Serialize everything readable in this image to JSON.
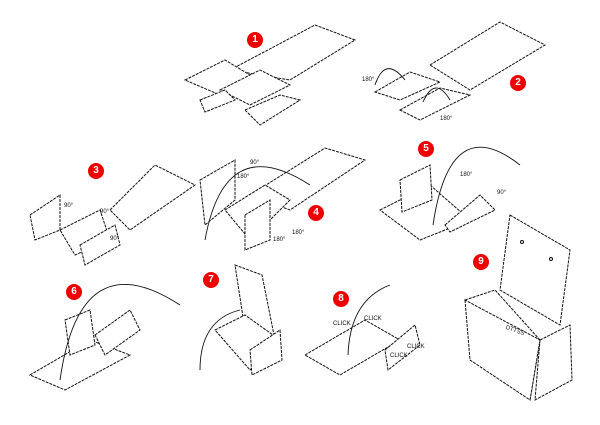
{
  "title": "Assembly steps",
  "steps": [
    {
      "number": "1"
    },
    {
      "number": "2"
    },
    {
      "number": "3"
    },
    {
      "number": "4"
    },
    {
      "number": "5"
    },
    {
      "number": "6"
    },
    {
      "number": "7"
    },
    {
      "number": "8"
    },
    {
      "number": "9"
    }
  ],
  "labels": {
    "s2_a": "180°",
    "s2_b": "180°",
    "s3_a": "90°",
    "s3_b": "90°",
    "s3_c": "90°",
    "s4_a": "90°",
    "s4_b": "180°",
    "s4_c": "180°",
    "s4_d": "180°",
    "s5_a": "180°",
    "s5_b": "90°",
    "s8_a": "CLICK",
    "s8_b": "CLICK",
    "s8_c": "CLICK",
    "s8_d": "CLICK",
    "s9_a": "DTTSS"
  },
  "colors": {
    "badge": "#e00000",
    "line": "#111111"
  }
}
